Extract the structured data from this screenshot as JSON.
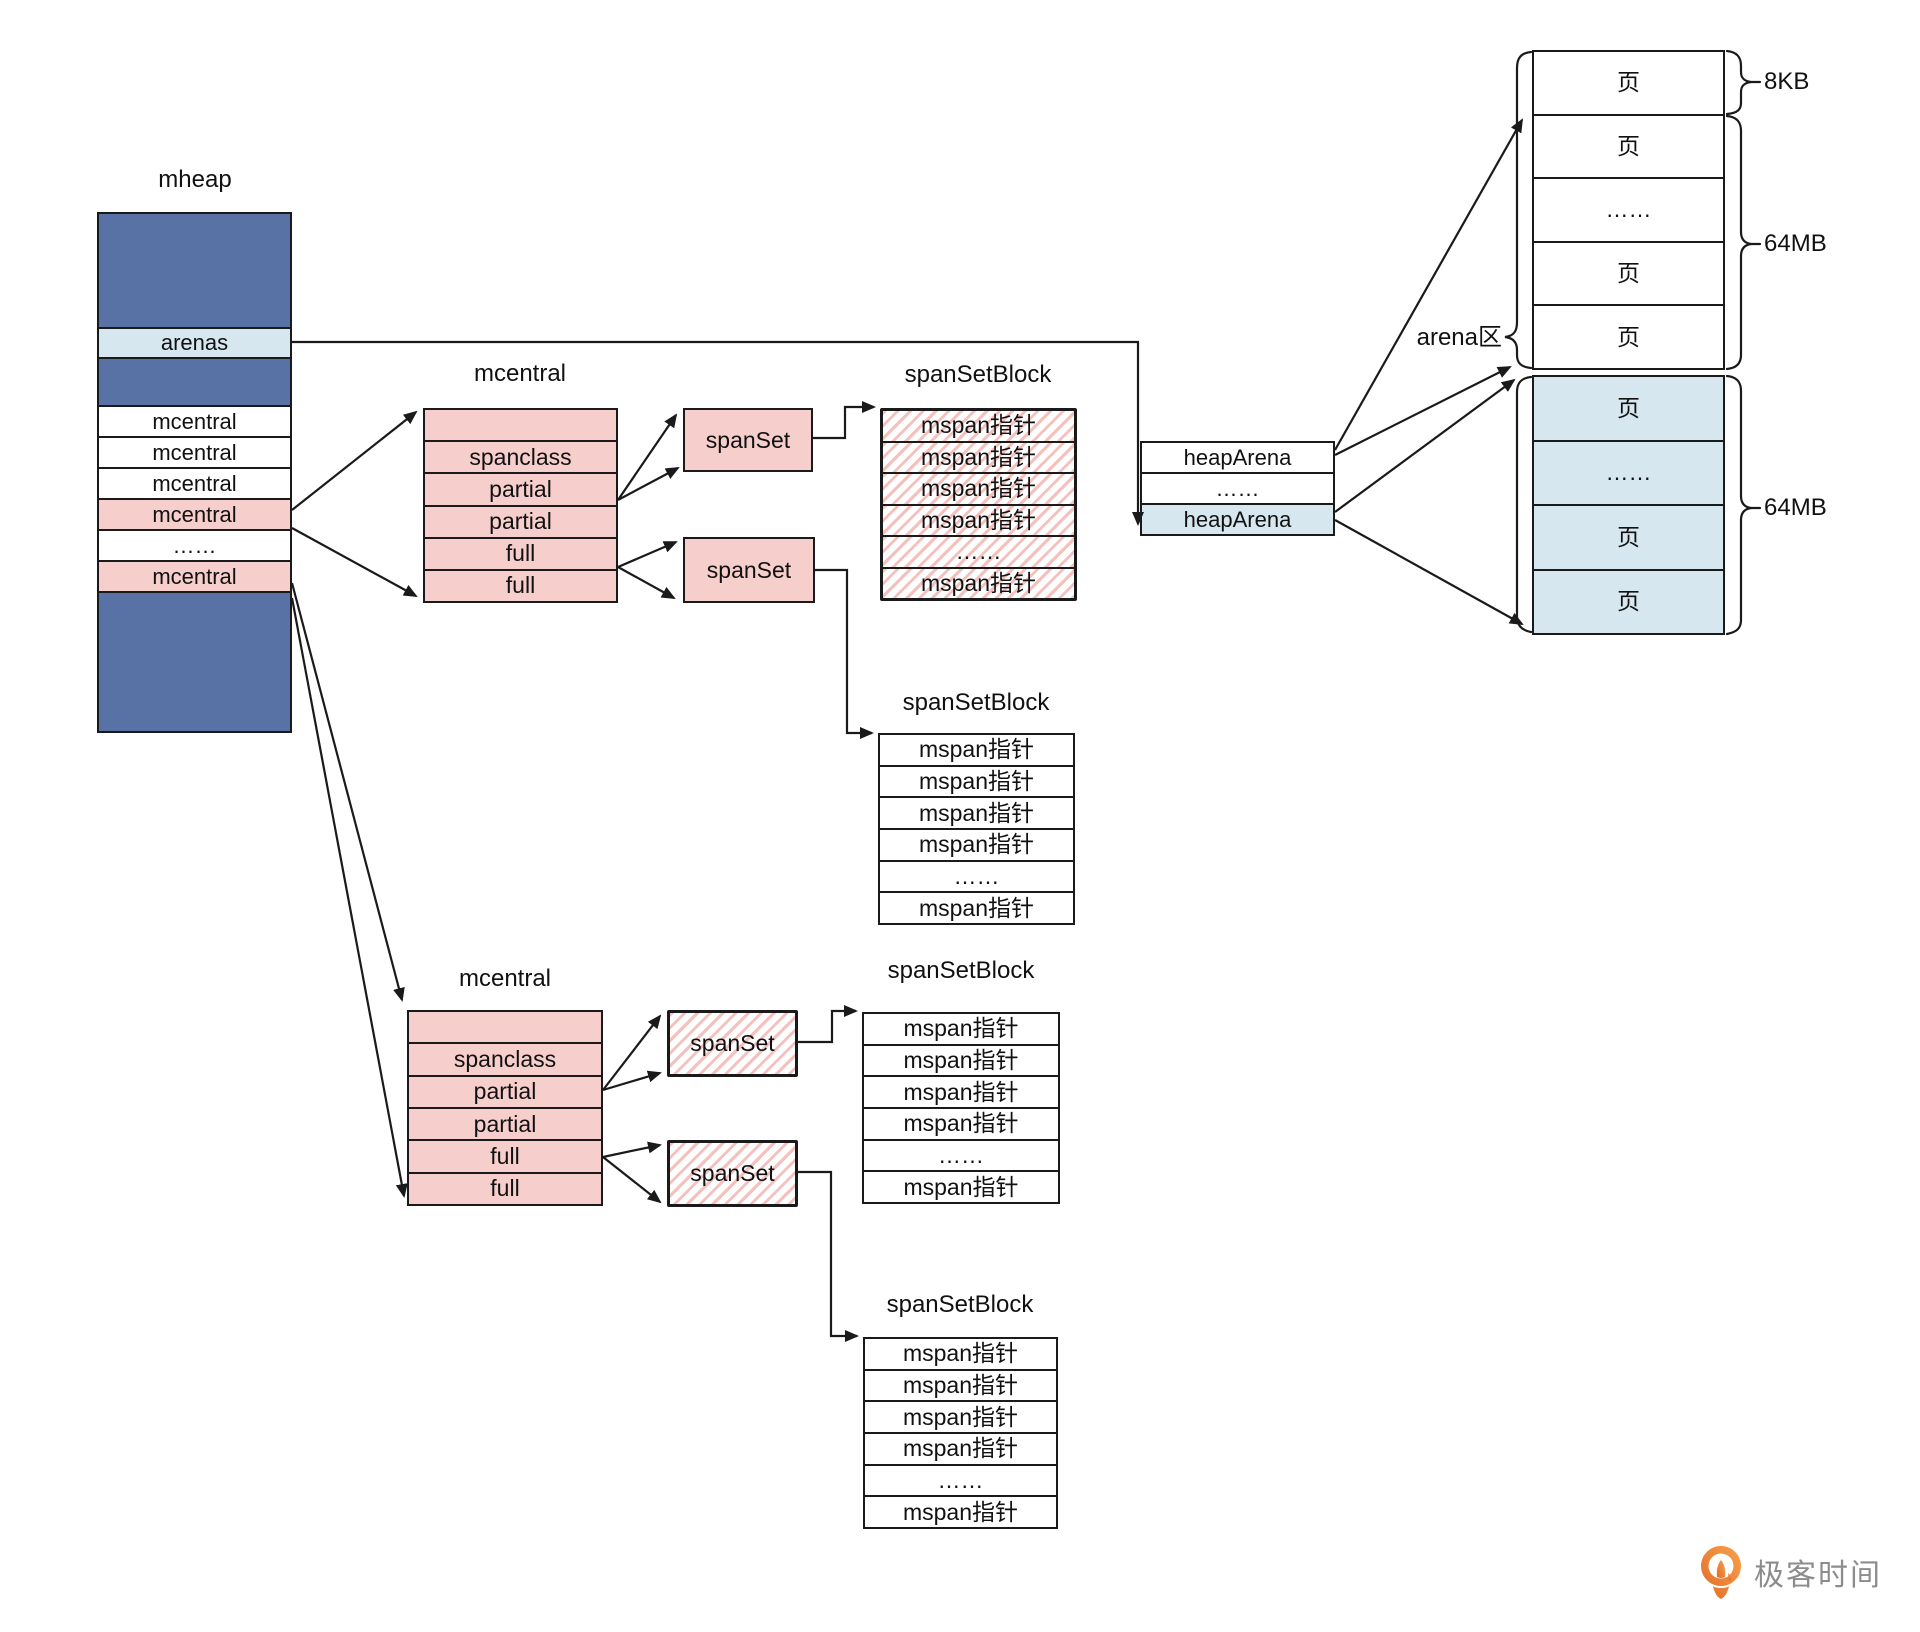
{
  "diagram": {
    "mheap": {
      "title": "mheap",
      "arenas": "arenas",
      "rows": [
        "mcentral",
        "mcentral",
        "mcentral",
        "mcentral",
        "……",
        "mcentral"
      ]
    },
    "mcentral_top": {
      "title": "mcentral",
      "rows": [
        "",
        "spanclass",
        "partial",
        "partial",
        "full",
        "full"
      ]
    },
    "mcentral_bottom": {
      "title": "mcentral",
      "rows": [
        "",
        "spanclass",
        "partial",
        "partial",
        "full",
        "full"
      ]
    },
    "spansets": {
      "s1": "spanSet",
      "s2": "spanSet",
      "s3": "spanSet",
      "s4": "spanSet"
    },
    "block1": {
      "title": "spanSetBlock",
      "rows": [
        "mspan指针",
        "mspan指针",
        "mspan指针",
        "mspan指针",
        "……",
        "mspan指针"
      ]
    },
    "block2": {
      "title": "spanSetBlock",
      "rows": [
        "mspan指针",
        "mspan指针",
        "mspan指针",
        "mspan指针",
        "……",
        "mspan指针"
      ]
    },
    "block3": {
      "title": "spanSetBlock",
      "rows": [
        "mspan指针",
        "mspan指针",
        "mspan指针",
        "mspan指针",
        "……",
        "mspan指针"
      ]
    },
    "block4": {
      "title": "spanSetBlock",
      "rows": [
        "mspan指针",
        "mspan指针",
        "mspan指针",
        "mspan指针",
        "……",
        "mspan指针"
      ]
    },
    "heaparena": {
      "rows": [
        "heapArena",
        "……",
        "heapArena"
      ]
    },
    "arena": {
      "label": "arena区",
      "white_rows": [
        "页",
        "页",
        "……",
        "页",
        "页"
      ],
      "blue_rows": [
        "页",
        "……",
        "页",
        "页"
      ],
      "size_page": "8KB",
      "size_arena1": "64MB",
      "size_arena2": "64MB"
    }
  },
  "footer": {
    "brand": "极客时间"
  },
  "colors": {
    "dark_blue": "#5872a5",
    "light_blue": "#d6e7f0",
    "pink": "#f6cecc",
    "hatch_stripe": "#eea099",
    "line": "#1a1a1a",
    "brand_orange": "#ee7c30",
    "brand_gray": "#8c8c8c"
  }
}
